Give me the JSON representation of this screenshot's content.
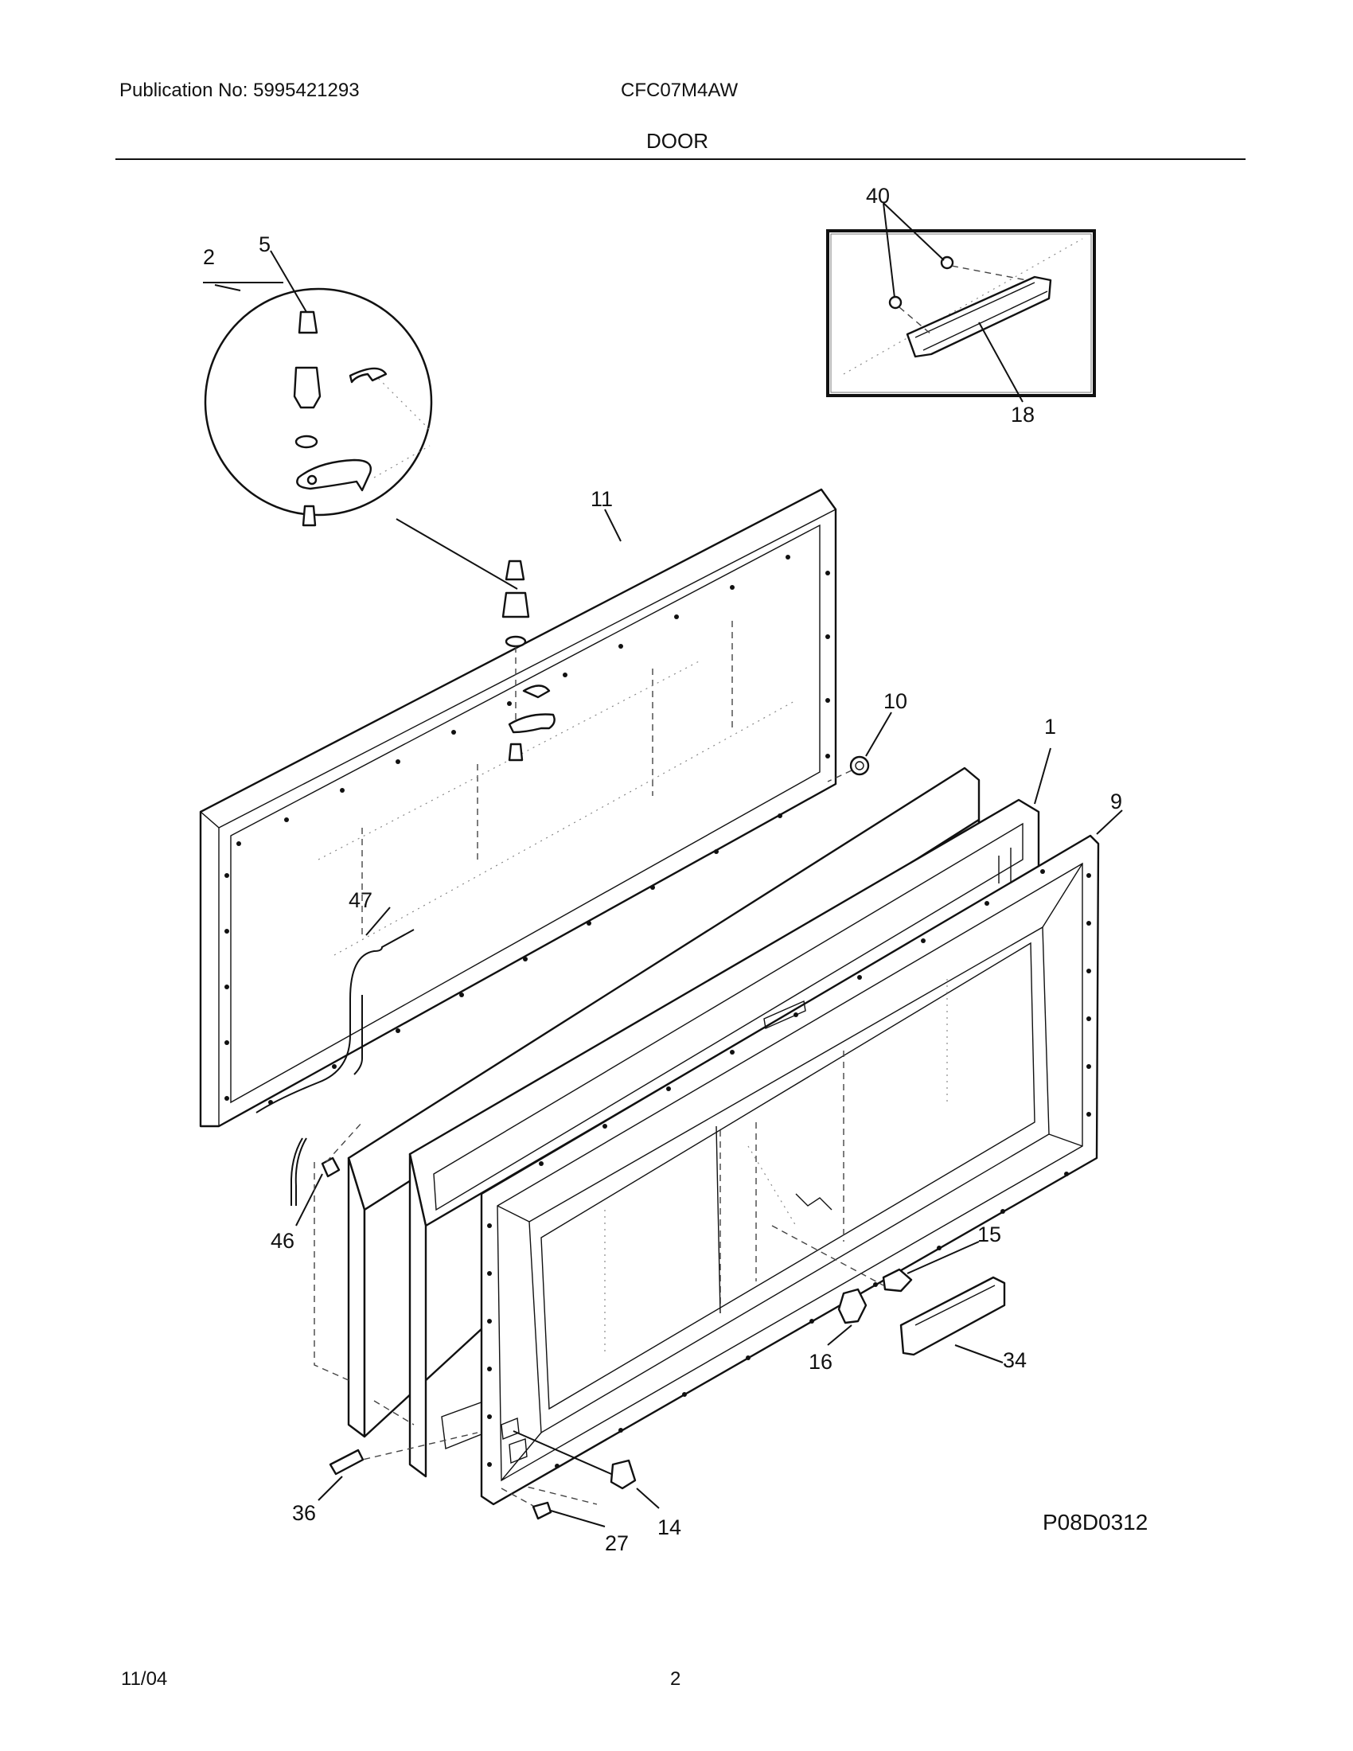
{
  "header": {
    "publication": "Publication No: 5995421293",
    "model": "CFC07M4AW",
    "section": "DOOR"
  },
  "footer": {
    "date": "11/04",
    "page": "2"
  },
  "diagram": {
    "code": "P08D0312",
    "callouts": {
      "c1": "1",
      "c2": "2",
      "c5": "5",
      "c9": "9",
      "c10": "10",
      "c11": "11",
      "c14": "14",
      "c15": "15",
      "c16": "16",
      "c18": "18",
      "c27": "27",
      "c34": "34",
      "c36": "36",
      "c40": "40",
      "c46": "46",
      "c47": "47"
    }
  }
}
